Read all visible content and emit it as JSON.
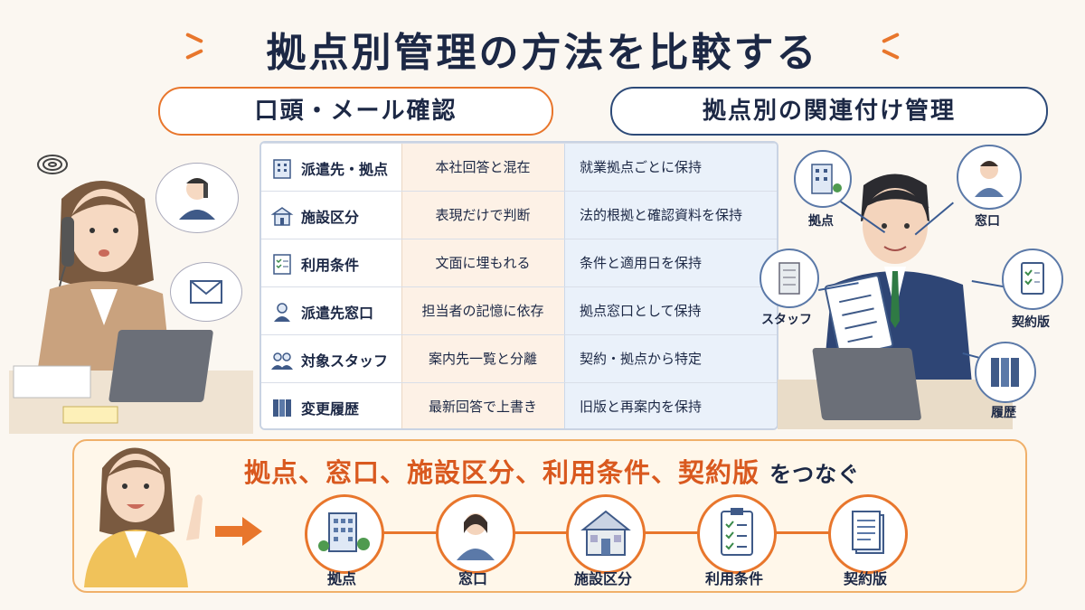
{
  "title": "拠点別管理の方法を比較する",
  "left_header": "口頭・メール確認",
  "right_header": "拠点別の関連付け管理",
  "rows": [
    {
      "icon": "building-icon",
      "label": "派遣先・拠点",
      "verbal": "本社回答と混在",
      "linked": "就業拠点ごとに保持"
    },
    {
      "icon": "facility-icon",
      "label": "施設区分",
      "verbal": "表現だけで判断",
      "linked": "法的根拠と確認資料を保持"
    },
    {
      "icon": "checklist-icon",
      "label": "利用条件",
      "verbal": "文面に埋もれる",
      "linked": "条件と適用日を保持"
    },
    {
      "icon": "person-icon",
      "label": "派遣先窓口",
      "verbal": "担当者の記憶に依存",
      "linked": "拠点窓口として保持"
    },
    {
      "icon": "people-icon",
      "label": "対象スタッフ",
      "verbal": "案内先一覧と分離",
      "linked": "契約・拠点から特定"
    },
    {
      "icon": "binders-icon",
      "label": "変更履歴",
      "verbal": "最新回答で上書き",
      "linked": "旧版と再案内を保持"
    }
  ],
  "right_nodes": {
    "base": "拠点",
    "window": "窓口",
    "staff": "スタッフ",
    "contract": "契約版",
    "history": "履歴"
  },
  "bottom": {
    "headline": "拠点、窓口、施設区分、利用条件、契約版",
    "suffix": "をつなぐ",
    "chain": [
      "拠点",
      "窓口",
      "施設区分",
      "利用条件",
      "契約版"
    ]
  },
  "colors": {
    "accent": "#e8762c",
    "navy": "#1c2845",
    "blue": "#2d4a78"
  }
}
